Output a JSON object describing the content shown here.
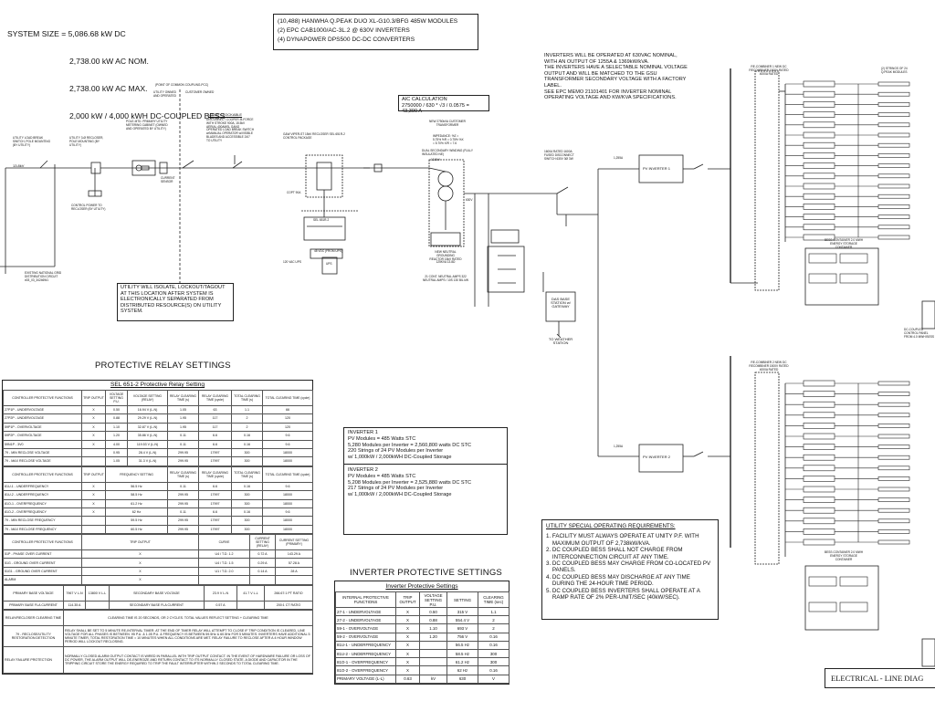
{
  "system_size": {
    "lines": [
      "SYSTEM SIZE = 5,086.68 kW DC",
      "2,738.00 kW AC NOM.",
      "2,738.00 kW AC MAX.",
      "2,000 kW / 4,000 kWH DC-COUPLED BESS"
    ]
  },
  "equipment_list": [
    "(10,488) HANWHA Q.PEAK DUO XL-G10.3/BFG 485W MODULES",
    "(2) EPC CAB1000/AC-3L.2 @ 630V INVERTERS",
    "(4) DYNAPOWER DPS500 DC-DC CONVERTERS"
  ],
  "inverter_note": {
    "lines": [
      "INVERTERS WILL BE OPERATED AT 630VAC NOMINAL,",
      "WITH AN OUTPUT OF 1255A & 1369kW/kVA.",
      "THE INVERTERS HAVE A SELECTABLE NOMINAL VOLTAGE",
      "OUTPUT AND WILL BE MATCHED TO THE GSU",
      "TRANSFORMER SECONDARY VOLTAGE WITH A FACTORY",
      "LABEL.",
      "SEE EPC MEMO 21101401 FOR INVERTER NOMINAL",
      "OPERATING VOLTAGE AND KW/KVA SPECIFICATIONS."
    ]
  },
  "aic_calc": {
    "title": "AIC CALCULATION",
    "formula": "2750000 / 630 * √3 / 0.0575 = 43,390 A"
  },
  "utility_note": "UTILITY WILL ISOLATE, LOCKOUT/TAGOUT AT THIS LOCATION AFTER SYSTEM IS ELECTRONICALLY SEPARATED FROM DISTRIBUTED RESOURCE(S) ON UTILITY SYSTEM.",
  "diagram_labels": {
    "pcc": "(POINT OF COMMON COUPLING-PCC)",
    "utility_owned": "UTILITY OWNED AND OPERATED",
    "customer_owned": "CUSTOMER OWNED",
    "load_break_left": "UTILITY LOAD BREAK SWITCH, POLE MOUNTING (BY UTILITY)",
    "recloser": "UTILITY 3-Ø RECLOSER, POLE MOUNTING (BY UTILITY)",
    "voltage_13kv": "13.8kV",
    "pole_primary": "POLE-MTD. PRIMARY UTILITY METERING CABINET (OWNED AND OPERATED BY UTILITY)",
    "utility_lockable": "UTILITY LOCKABLE",
    "gang_switch": "DISCONNECT COOPER M-FORCE WITH STROKE 900A, 15.5kV AERIAL 400AMSL GANG OPERATED LOAD BREAK SWITCH w/MANUAL OPERATOR w/VISIBLE BLADES AND ACCESSIBLE 24/7 TO UTILITY",
    "current_sensor": "CURRENT SENSOR",
    "control_power": "CONTROL POWER TO RECLOSER (BY UTILITY)",
    "existing_circuit": "EXISTING NATIONAL GRID DISTRIBUTION CIRCUIT #03_03_34246W1",
    "sel_package": "G&W VIPER-ST 15kV RECLOSER SEL 651R-2 CONTROL PACKAGE",
    "sel_box": "SEL 651R-2",
    "vdc": "48 VDC (FROM UPS)",
    "ups": "UPS",
    "vac_ups": "120 VAC UPS",
    "copt": "COPT 90A",
    "transformer": "NEW 2750kVA CUSTOMER TRANSFORMER",
    "impedance": "IMPEDANCE: %Z = 5.75% %R = 0.75% %X = 5.70% X/R = 7.6",
    "v13": "13.8kV",
    "v630": "630V",
    "dual_sec": "DUAL SECONDARY WINDING (FULLY INSULATED NE)",
    "fuse_disc": "1600A RATED 1600A FUSED DISCONNECT SWITCH 630V 3Ø 3W",
    "neutral": "NEW NEUTRAL GROUNDING REACTOR 15kV RATED 125KVA 13.8Ω",
    "fault_amps": "21 CONT. NEUTRAL AMPS 322 NEUTRAL AMPS / 10S 130 BIL kW",
    "das": "DAS BASE STATION w/ GATEWAY",
    "weather": "TO WEATHER STATION",
    "inverter1": "PV INVERTER 1",
    "inverter2": "PV INVERTER 2",
    "amps_1255": "1,255A",
    "recombiner": "RE-COMBINER 1 NEW DC RECOMBINER 1500V RATED 4000A RATED",
    "recombiner2": "RE-COMBINER 2 NEW DC RECOMBINER 1500V RATED 4000A RATED",
    "strings_label": "(2) STRINGS OF 24 Q.PEAK MODULES",
    "bess_container": "BESS CONTAINER 2.0 MWH ENERGY STORAGE CONTAINER",
    "dc_coupled": "DC-COUPLED CONTROL PANEL FROM 4.0 MWH BESS"
  },
  "relay_settings": {
    "title": "PROTECTIVE RELAY SETTINGS",
    "subtitle": "SEL 651-2 Protective Relay Setting",
    "voltage_header": [
      "CONTROLLER PROTECTIVE FUNCTIONS",
      "TRIP OUTPUT",
      "VOLTAGE SETTING P.U.",
      "VOLTAGE SETTING (RELAY)",
      "RELAY CLEARING TIME (s)",
      "RELAY CLEARING TIME (cycle)",
      "TOTAL CLEARING TIME (s)",
      "TOTAL CLEARING TIME (cycle)"
    ],
    "voltage_rows": [
      [
        "27P1P - UNDERVOLTAGE",
        "X",
        "0.50",
        "16.94 V (L-N)",
        "1.05",
        "63",
        "1.1",
        "66"
      ],
      [
        "27P2P - UNDERVOLTAGE",
        "X",
        "0.88",
        "29.29 V (L-N)",
        "1.95",
        "117",
        "2",
        "120"
      ],
      [
        "59P1P - OVERVOLTAGE",
        "X",
        "1.10",
        "32.87 V (L-N)",
        "1.95",
        "117",
        "2",
        "120"
      ],
      [
        "59P2P - OVERVOLTAGE",
        "X",
        "1.20",
        "35.86 V (L-N)",
        "0.11",
        "6.6",
        "0.16",
        "9.6"
      ],
      [
        "59N1P - 3V0",
        "X",
        "4.00",
        "119.53 V (L-N)",
        "0.11",
        "6.6",
        "0.16",
        "9.6"
      ],
      [
        "79 - MIN RECLOSE VOLTAGE",
        "",
        "0.95",
        "28.4 V (L-N)",
        "299.95",
        "17997",
        "300",
        "18000"
      ],
      [
        "79 - MAX RECLOSE VOLTAGE",
        "",
        "1.05",
        "31.3 V (L-N)",
        "299.95",
        "17997",
        "300",
        "18000"
      ]
    ],
    "freq_header": [
      "CONTROLLER PROTECTIVE FUNCTIONS",
      "TRIP OUTPUT",
      "FREQUENCY SETTING",
      "RELAY CLEARING TIME (s)",
      "RELAY CLEARING TIME (cycle)",
      "TOTAL CLEARING TIME (s)",
      "TOTAL CLEARING TIME (cycle)"
    ],
    "freq_rows": [
      [
        "81U-1 - UNDERFREQUENCY",
        "X",
        "56.5 Hz",
        "0.11",
        "6.6",
        "0.16",
        "9.6"
      ],
      [
        "81U-2 - UNDERFREQUENCY",
        "X",
        "58.5 Hz",
        "299.95",
        "17997",
        "300",
        "18000"
      ],
      [
        "81O-1 - OVERFREQUENCY",
        "X",
        "61.2 Hz",
        "299.95",
        "17997",
        "300",
        "18000"
      ],
      [
        "81O-2 - OVERFREQUENCY",
        "X",
        "62 Hz",
        "0.11",
        "6.6",
        "0.16",
        "9.6"
      ],
      [
        "79 - MIN RECLOSE FREQUENCY",
        "",
        "59.5 Hz",
        "299.95",
        "17997",
        "300",
        "18000"
      ],
      [
        "79 - MAX RECLOSE FREQUENCY",
        "",
        "60.5 Hz",
        "299.95",
        "17997",
        "300",
        "18000"
      ]
    ],
    "current_header": [
      "CONTROLLER PROTECTIVE FUNCTIONS",
      "TRIP OUTPUT",
      "CURVE",
      "CURRENT SETTING (RELAY)",
      "CURRENT SETTING (PRIMARY)"
    ],
    "current_rows": [
      [
        "51P - PHASE OVER CURRENT",
        "X",
        "U4 / T.D. 1.2",
        "0.72 A",
        "143.29 A"
      ],
      [
        "51G - GROUND OVER CURRENT",
        "X",
        "U4 / T.D. 1.5",
        "0.29 A",
        "57.28 A"
      ],
      [
        "51G1 - GROUND OVER CURRENT",
        "X",
        "U1 / T.D. 2.0",
        "0.14 A",
        "28 A"
      ],
      [
        "ALARM",
        "X",
        "",
        "",
        ""
      ]
    ],
    "base_rows": [
      [
        "PRIMARY BASE VOLTAGE",
        "7967 V L-N",
        "13800 V L-L",
        "SECONDARY BASE VOLTAGE",
        "23.9 V L-N",
        "41.7 V L-L",
        "266.67:1 PT RATIO"
      ],
      [
        "PRIMARY BASE FLA CURRENT",
        "114.35 A",
        "",
        "SECONDARY BASE FLA CURRENT",
        "0.57 A",
        "",
        "200:1 CT RATIO"
      ]
    ],
    "reclose_row": [
      "RELAY/RECLOSER CLEARING TIME",
      "CLEARING TIME IS 20 SECONDS, OR 2 CYCLES. TOTAL VALUES REFLECT SETTING + CLEARING TIME"
    ],
    "reclose_note": [
      "79 - RECLOSE/UTILITY RESTORATION DETECTION",
      "RELAY SHALL BE SET TO 5 MINUTE RE-INTERVAL TIMER. AT THE END OF TIMER RELAY WILL ATTEMPT TO CLOSE IF TRIP CONDITION IS CLEARED, LINE VOLTAGE FOR ALL PHASES IS BETWEEN .95 P.U. & 1.05 P.U. & FREQUENCY IS BETWEEN 59.5Hz & 60.5Hz FOR 5 MINUTES. INVERTERS HAVE ADDITIONAL 5 MINUTE TIMER, TOTAL RESTORATION TIME = 10 MINUTES WHEN ALL CONDITIONS ARE MET. RELAY FAILURE TO RECLOSE AFTER A 4 HOUR WINDOW PERIOD WILL LOCKOUT RECLOSING."
    ],
    "failure_note": [
      "RELAY FAILURE PROTECTION",
      "NORMALLY CLOSED ALARM OUTPUT CONTACT IS WIRED IN PARALLEL WITH TRIP OUTPUT CONTACT. IN THE EVENT OF HARDWARE FAILURE OR LOSS OF DC POWER, THE ALARM OUTPUT WILL DE-ENERGIZE AND RETURN CONTACT TO ITS NORMALLY CLOSED STATE. A DIODE AND CAPACITOR IN THE TRIPPING CIRCUIT STORE THE ENERGY REQUIRED TO TRIP THE FAULT INTERRUPTER WITHIN 2 SECONDS TO TOTAL CLEARING TIME."
    ]
  },
  "inverter_summary": {
    "inv1": [
      "INVERTER 1",
      "PV Modules = 485 Watts STC",
      "5,280 Modules per Inverter = 2,560,800 watts DC STC",
      "220 Strings of 24 PV Modules per Inverter",
      "w/ 1,000kW / 2,000kWH DC-Coupled Storage"
    ],
    "inv2": [
      "INVERTER 2",
      "PV Modules = 485 Watts STC",
      "5,208 Modules per Inverter = 2,525,880 watts DC STC",
      "217 Strings of 24 PV Modules per Inverter",
      "w/ 1,000kW / 2,000kWH DC-Coupled Storage"
    ]
  },
  "inverter_protect": {
    "title": "INVERTER PROTECTIVE SETTINGS",
    "subtitle": "Inverter Protective Settings",
    "header": [
      "INTERNAL PROTECTIVE FUNCTIONS",
      "TRIP OUTPUT",
      "VOLTAGE SETTING P.U.",
      "SETTING",
      "CLEARING TIME (sec)"
    ],
    "rows": [
      [
        "27-1 - UNDERVOLTAGE",
        "X",
        "0.50",
        "315 V",
        "1.1"
      ],
      [
        "27-2 - UNDERVOLTAGE",
        "X",
        "0.88",
        "554.4 V",
        "2"
      ],
      [
        "59-1 - OVERVOLTAGE",
        "X",
        "1.10",
        "693 V",
        "2"
      ],
      [
        "59-2 - OVERVOLTAGE",
        "X",
        "1.20",
        "756 V",
        "0.16"
      ],
      [
        "81U-1 - UNDERFREQUENCY",
        "X",
        "",
        "56.5 Hz",
        "0.16"
      ],
      [
        "81U-2 - UNDERFREQUENCY",
        "X",
        "",
        "58.5 Hz",
        "300"
      ],
      [
        "81O-1 - OVERFREQUENCY",
        "X",
        "",
        "61.2 Hz",
        "300"
      ],
      [
        "81O-2 - OVERFREQUENCY",
        "X",
        "",
        "62 Hz",
        "0.16"
      ],
      [
        "PRIMARY VOLTAGE (L-L)",
        "0.63",
        "kV",
        "630",
        "V"
      ]
    ]
  },
  "utility_requirements": {
    "title": "UTILITY SPECIAL OPERATING REQUIREMENTS:",
    "items": [
      "1. FACILITY MUST ALWAYS OPERATE AT UNITY P.F. WITH\n    MAXIMUM OUTPUT OF 2,738kW/kVA.",
      "2. DC COUPLED BESS SHALL NOT CHARGE FROM\n    INTERCONNECTION CIRCUIT AT ANY TIME.",
      "3. DC COUPLED BESS MAY CHARGE FROM CO-LOCATED PV\n    PANELS.",
      "4. DC COUPLED BESS MAY DISCHARGE AT ANY TIME\n    DURING THE 24-HOUR TIME PERIOD.",
      "5. DC COUPLED BESS INVERTERS SHALL OPERATE AT A\n    RAMP RATE OF 2% PER-UNIT/SEC (40kW/SEC)."
    ]
  },
  "title_block": "ELECTRICAL - LINE DIAG"
}
